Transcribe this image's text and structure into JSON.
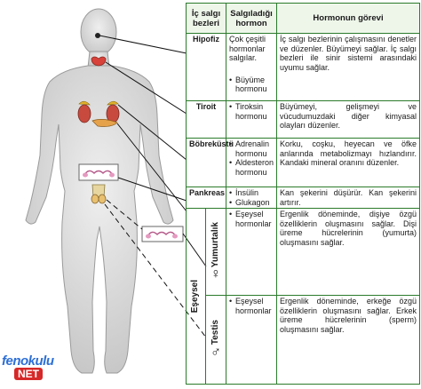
{
  "table": {
    "headers": {
      "gland": "İç salgı bezleri",
      "hormone": "Salgıladığı hormon",
      "function": "Hormonun görevi"
    },
    "rows": [
      {
        "gland": "Hipofiz",
        "hormones": [
          "Çok çeşitli hormonlar salgılar.",
          "Büyüme hormonu"
        ],
        "function": "İç salgı bezlerinin çalışmasını denetler ve düzenler. Büyümeyi sağlar. İç salgı bezleri ile sinir sistemi arasındaki uyumu sağlar."
      },
      {
        "gland": "Tiroit",
        "hormones": [
          "Tiroksin hormonu"
        ],
        "function": "Büyümeyi, gelişmeyi ve vücudumuzdaki diğer kimyasal olayları düzenler."
      },
      {
        "gland": "Böbreküstü",
        "hormones": [
          "Adrenalin hormonu",
          "Aldesteron hormonu"
        ],
        "function": "Korku, coşku, heyecan ve öfke anlarında metabolizmayı hızlandırır. Kandaki mineral oranını düzenler."
      },
      {
        "gland": "Pankreas",
        "hormones": [
          "İnsülin",
          "Glukagon"
        ],
        "function": "Kan şekerini düşürür. Kan şekerini artırır."
      }
    ],
    "sex_group": {
      "label": "Eşeysel",
      "ovary": {
        "label": "Yumurtalık",
        "symbol": "♀",
        "hormones": [
          "Eşeysel hormonlar"
        ],
        "function": "Ergenlik döneminde, dişiye özgü özelliklerin oluşmasını sağlar. Dişi üreme hücrelerinin (yumurta) oluşmasını sağlar."
      },
      "testis": {
        "label": "Testis",
        "symbol": "♂",
        "hormones": [
          "Eşeysel hormonlar"
        ],
        "function": "Ergenlik döneminde, erkeğe özgü özelliklerin oluşmasını sağlar. Erkek üreme hücrelerinin (sperm) oluşmasını sağlar."
      }
    }
  },
  "logo": {
    "line1": "fenokulu",
    "line2": "NET"
  },
  "colors": {
    "body": "#d8d8d8",
    "body_outline": "#9a9a9a",
    "table_border": "#2b7a2b",
    "header_bg": "#eef6ea",
    "logo_blue": "#2d6fd6",
    "logo_red": "#d62828",
    "thyroid": "#d7423a",
    "adrenal": "#e0b12a"
  }
}
